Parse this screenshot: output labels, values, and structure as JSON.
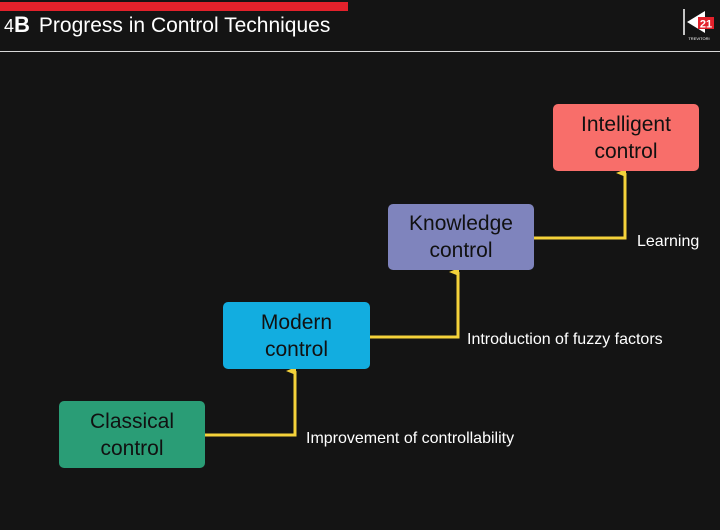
{
  "header": {
    "number": "4",
    "letter": "B",
    "title": "Progress in Control Techniques"
  },
  "logo": {
    "digits": "21",
    "caption": "TREVITORI"
  },
  "diagram": {
    "nodes": [
      {
        "id": "classical",
        "label": "Classical\ncontrol",
        "color": "#2a9d76"
      },
      {
        "id": "modern",
        "label": "Modern\ncontrol",
        "color": "#12ade0"
      },
      {
        "id": "knowledge",
        "label": "Knowledge\ncontrol",
        "color": "#7f84bd"
      },
      {
        "id": "intelligent",
        "label": "Intelligent\ncontrol",
        "color": "#f86e6a"
      }
    ],
    "transitions": [
      {
        "from": "classical",
        "to": "modern",
        "label": "Improvement of controllability"
      },
      {
        "from": "modern",
        "to": "knowledge",
        "label": "Introduction of fuzzy factors"
      },
      {
        "from": "knowledge",
        "to": "intelligent",
        "label": "Learning"
      }
    ],
    "connector_color": "#f4d23a"
  },
  "colors": {
    "background": "#141414",
    "accent_bar": "#e3212b",
    "divider": "#d8d8d8",
    "text": "#ffffff"
  }
}
